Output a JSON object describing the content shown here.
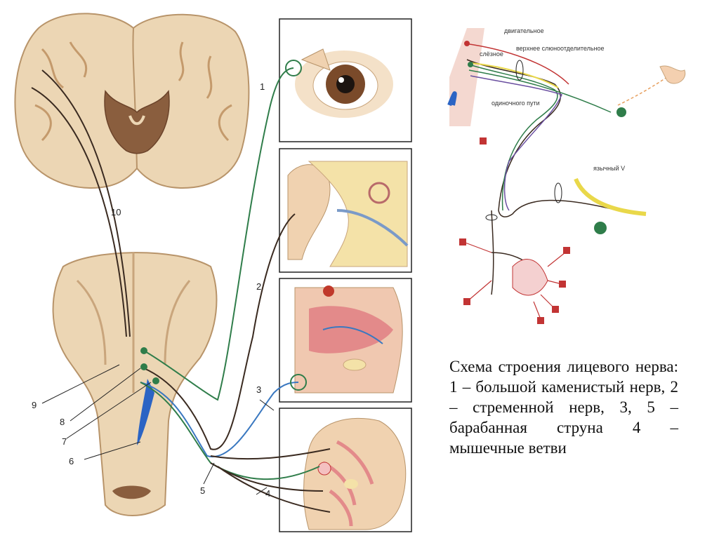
{
  "caption": "Схема строения лицевого нерва: 1 – большой каменистый нерв, 2 – стременной нерв, 3, 5 – барабанная струна 4 – мышечные ветви",
  "labels": {
    "n1": "1",
    "n2": "2",
    "n3": "3",
    "n4": "4",
    "n5": "5",
    "n6": "6",
    "n7": "7",
    "n8": "8",
    "n9": "9",
    "n10": "10"
  },
  "right_scheme": {
    "motor": "двигательное",
    "upper_secretory": "верхнее слюноотделительное",
    "lacrimal": "слёзное",
    "solitary_tract": "одиночного пути",
    "lingual": "язычный V"
  },
  "colors": {
    "tissue": "#e9d0ae",
    "tissue_edge": "#b8946a",
    "dark_core": "#8a5e3e",
    "nerve_green": "#2f7d4a",
    "nerve_dark": "#3a2a20",
    "nerve_blue": "#3a78c0",
    "nucleus_blue": "#2b64c4",
    "muscle_pink": "#e38a8a",
    "scheme_red": "#c23434",
    "scheme_yellow": "#e9d84a",
    "scheme_purple": "#6a4fa0"
  }
}
